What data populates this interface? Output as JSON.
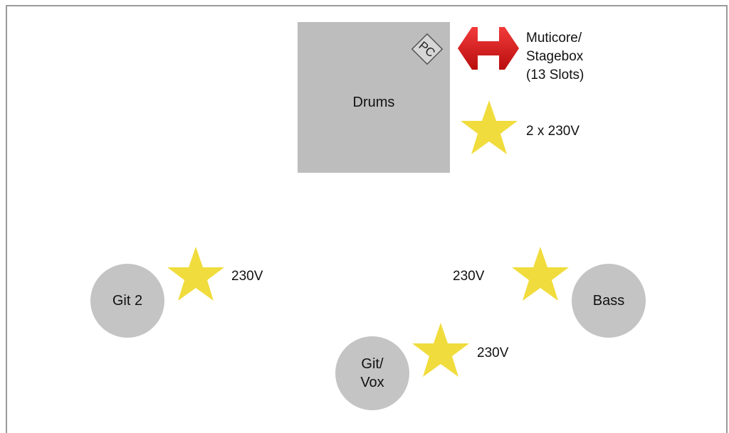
{
  "drums": {
    "label": "Drums"
  },
  "pc": {
    "label": "PC"
  },
  "stagebox": {
    "line1": "Muticore/",
    "line2": "Stagebox",
    "line3": "(13 Slots)"
  },
  "power_drums": {
    "label": "2 x 230V"
  },
  "power_git2": {
    "label": "230V"
  },
  "power_bass": {
    "label": "230V"
  },
  "power_gitvox": {
    "label": "230V"
  },
  "musicians": {
    "git2": {
      "label": "Git 2"
    },
    "bass": {
      "label": "Bass"
    },
    "gitvox": {
      "line1": "Git/",
      "line2": "Vox"
    }
  },
  "colors": {
    "star": "#f0dc3c",
    "arrow": "#e01818",
    "circle": "#c4c4c4",
    "drum_riser": "#bdbdbd"
  }
}
